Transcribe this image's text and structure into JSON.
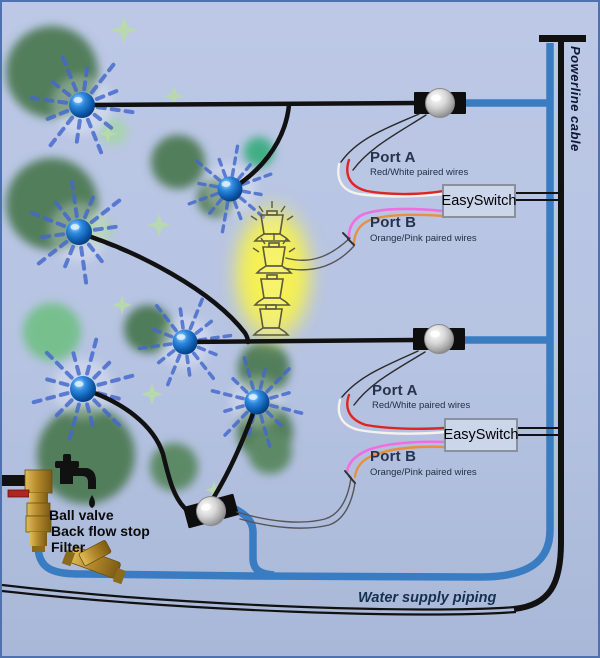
{
  "labels": {
    "powerline": "Powerline cable",
    "water_supply": "Water supply piping",
    "supply_components": [
      "Ball valve",
      "Back flow stop",
      "Filter"
    ]
  },
  "switches": [
    {
      "name": "EasySwitch",
      "port_a": {
        "label": "Port A",
        "desc": "Red/White paired wires"
      },
      "port_b": {
        "label": "Port B",
        "desc": "Orange/Pink paired wires"
      }
    },
    {
      "name": "EasySwitch",
      "port_a": {
        "label": "Port A",
        "desc": "Red/White paired wires"
      },
      "port_b": {
        "label": "Port B",
        "desc": "Orange/Pink paired wires"
      }
    }
  ],
  "icons": [
    "faucet-icon",
    "ball-valve-icon",
    "y-filter-icon",
    "pop-up-sprinkler-icon",
    "sprinkler-sphere-icon",
    "valve-connector-icon"
  ],
  "colors": {
    "background": "#b6c3e2",
    "border": "#4f72ae",
    "pipe_blue": "#3a7cc2",
    "cable_black": "#111111",
    "wire_red": "#e02420",
    "wire_white": "#f5f2ec",
    "wire_orange": "#e89040",
    "wire_pink": "#f06ee0",
    "wire_gray": "#555555",
    "highlight_yellow": "#f6f14e",
    "bush_green": "#527e5c",
    "spray_blue": "#4468cd",
    "brass": "#b4892c"
  }
}
